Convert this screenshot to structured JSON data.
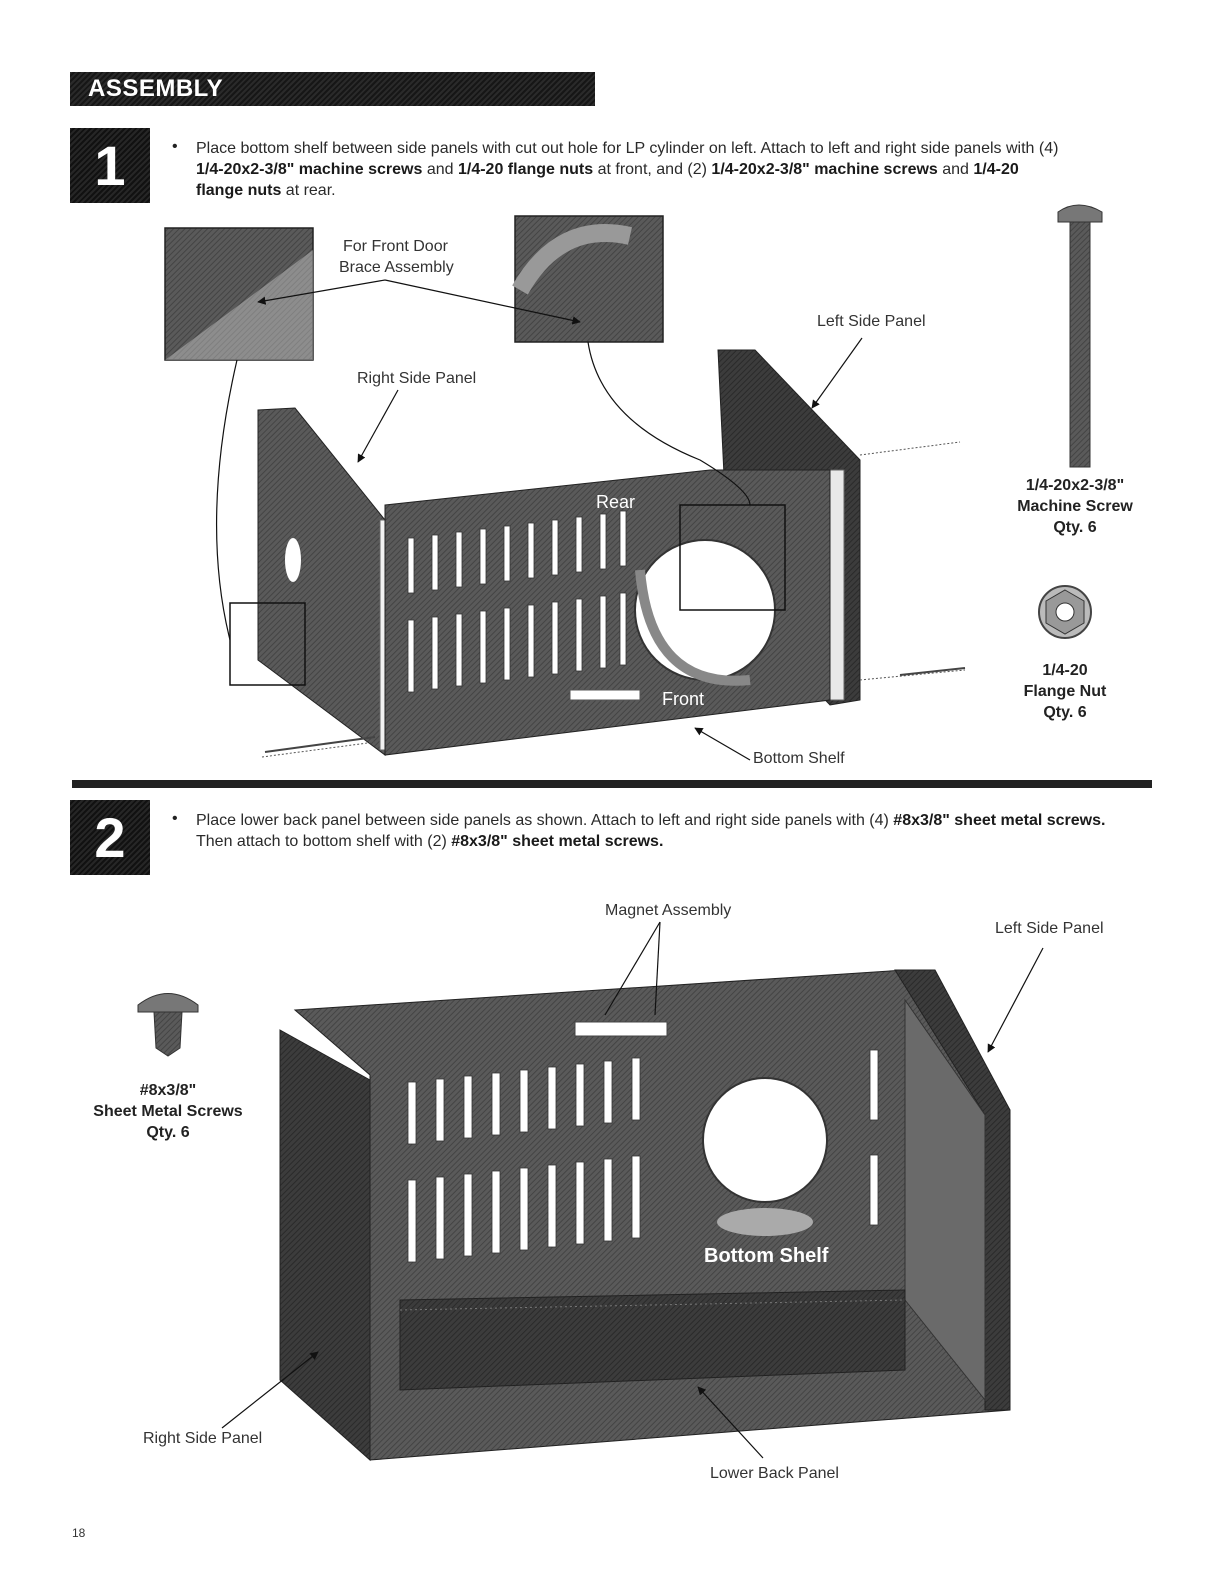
{
  "section": {
    "title": "ASSEMBLY"
  },
  "step1": {
    "number": "1",
    "line1": "Place bottom shelf between side panels with cut out hole for LP cylinder on left. Attach to left and right side panels with (4)",
    "line2_b1": "1/4-20x2-3/8\" machine screws",
    "line2_t1": " and ",
    "line2_b2": "1/4-20 flange nuts",
    "line2_t2": " at front, and (2) ",
    "line2_b3": "1/4-20x2-3/8\" machine screws",
    "line2_t3": " and ",
    "line2_b4": "1/4-20",
    "line3_b1": "flange nuts",
    "line3_t1": " at rear.",
    "labels": {
      "front_door_1": "For Front Door",
      "front_door_2": "Brace Assembly",
      "left_side_panel": "Left Side Panel",
      "right_side_panel": "Right Side Panel",
      "bottom_shelf": "Bottom Shelf",
      "rear": "Rear",
      "front": "Front"
    },
    "parts": {
      "screw_1": "1/4-20x2-3/8\"",
      "screw_2": "Machine Screw",
      "screw_3": "Qty. 6",
      "nut_1": "1/4-20",
      "nut_2": "Flange Nut",
      "nut_3": "Qty. 6"
    }
  },
  "step2": {
    "number": "2",
    "line1_t1": "Place lower back panel between side panels as shown. Attach to left and right side panels with (4) ",
    "line1_b1": "#8x3/8\" sheet metal screws.",
    "line2_t1": "Then attach to bottom shelf with (2) ",
    "line2_b1": "#8x3/8\" sheet metal screws.",
    "labels": {
      "magnet_assembly": "Magnet Assembly",
      "left_side_panel": "Left Side Panel",
      "right_side_panel": "Right Side Panel",
      "lower_back_panel": "Lower Back Panel",
      "bottom_shelf": "Bottom Shelf"
    },
    "parts": {
      "screw_1": "#8x3/8\"",
      "screw_2": "Sheet Metal Screws",
      "screw_3": "Qty. 6"
    }
  },
  "page_number": "18"
}
